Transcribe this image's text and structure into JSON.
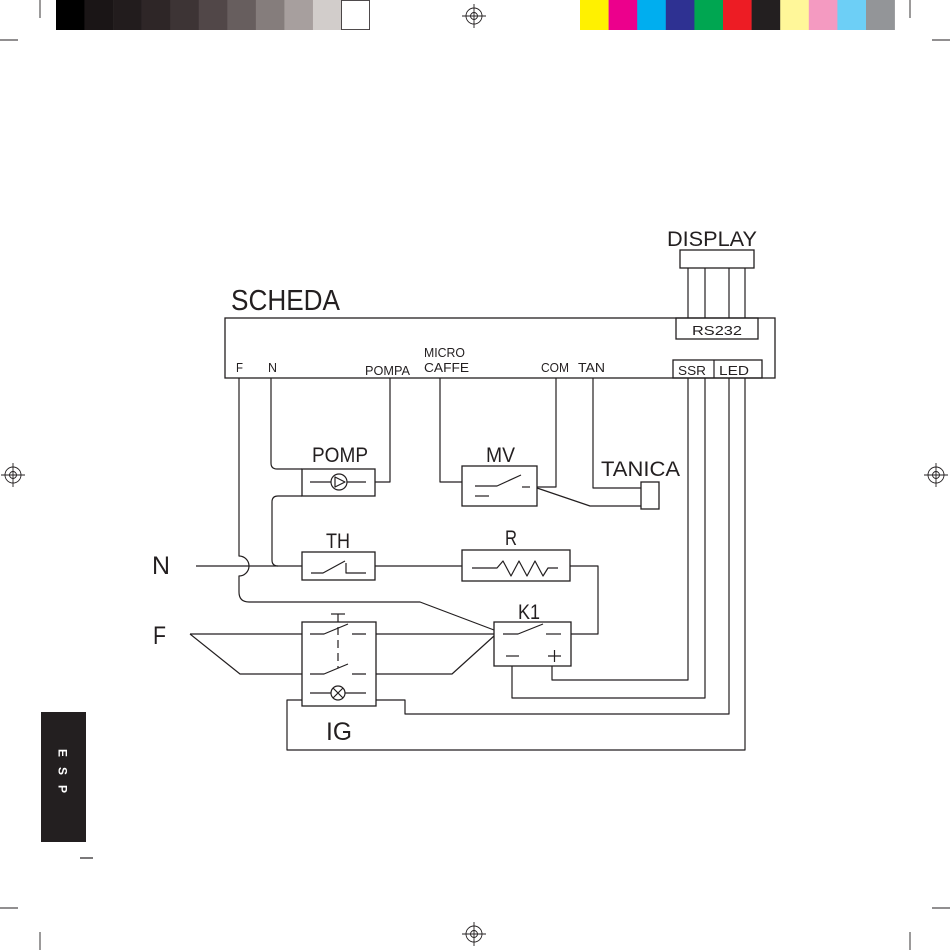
{
  "print_marks": {
    "gray_swatches": [
      "#000000",
      "#1a1516",
      "#221c1d",
      "#2e2627",
      "#3d3435",
      "#514748",
      "#675e5e",
      "#857d7c",
      "#a79f9e",
      "#d2cdcb",
      "#ffffff"
    ],
    "process_swatches": [
      "#fff100",
      "#ec008c",
      "#00aeef",
      "#2e3192",
      "#00a651",
      "#ed1c24",
      "#231f20",
      "#fff799",
      "#f49ac1",
      "#6dcff6",
      "#939598"
    ]
  },
  "language_tab": {
    "label": "ESP",
    "background": "#231f20",
    "text_color": "#ffffff"
  },
  "diagram": {
    "line_color": "#231f20",
    "display": {
      "label": "DISPLAY"
    },
    "board": {
      "label": "SCHEDA",
      "rs232_label": "RS232",
      "terminal_f": "F",
      "terminal_n": "N",
      "terminal_pompa": "POMPA",
      "terminal_micro": "MICRO",
      "terminal_caffe": "CAFFE",
      "terminal_com": "COM",
      "terminal_tan": "TAN",
      "terminal_ssr": "SSR",
      "terminal_led": "LED"
    },
    "components": {
      "pump": "POMP",
      "valve": "MV",
      "tank_sensor": "TANICA",
      "thermostat": "TH",
      "resistor": "R",
      "relay": "K1",
      "main_switch": "IG"
    },
    "mains": {
      "neutral": "N",
      "phase": "F"
    }
  }
}
